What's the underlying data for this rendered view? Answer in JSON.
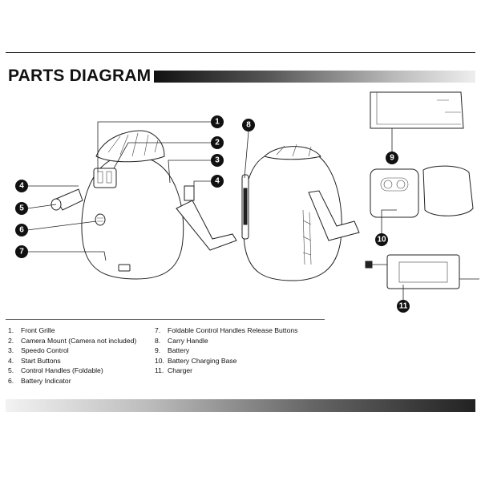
{
  "title": "PARTS DIAGRAM",
  "callouts": [
    "1",
    "2",
    "3",
    "4",
    "4",
    "5",
    "6",
    "7",
    "8",
    "9",
    "10",
    "11"
  ],
  "legend_left": [
    {
      "num": "1.",
      "label": "Front Grille"
    },
    {
      "num": "2.",
      "label": "Camera Mount (Camera not included)"
    },
    {
      "num": "3.",
      "label": "Speedo Control"
    },
    {
      "num": "4.",
      "label": "Start Buttons"
    },
    {
      "num": "5.",
      "label": "Control Handles (Foldable)"
    },
    {
      "num": "6.",
      "label": "Battery Indicator"
    }
  ],
  "legend_right": [
    {
      "num": "7.",
      "label": "Foldable Control Handles Release Buttons"
    },
    {
      "num": "8.",
      "label": "Carry Handle"
    },
    {
      "num": "9.",
      "label": "Battery"
    },
    {
      "num": "10.",
      "label": "Battery Charging Base"
    },
    {
      "num": "11.",
      "label": "Charger"
    }
  ]
}
